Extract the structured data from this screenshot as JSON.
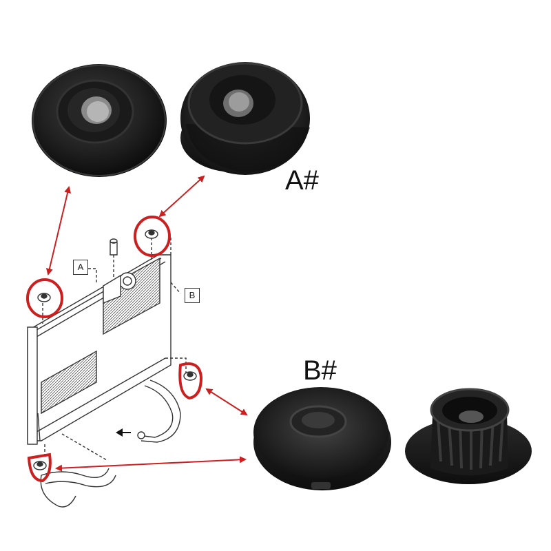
{
  "labels": {
    "part_a": "A#",
    "part_b": "B#",
    "callout_a": "A",
    "callout_b": "B"
  },
  "colors": {
    "rubber": "#1c1c1c",
    "rubber_highlight": "#3a3a3a",
    "callout_red": "#cc1f1f",
    "line_art": "#333333"
  },
  "icons": [
    "radiator-diagram",
    "mount-bushing-a-flat",
    "mount-bushing-a-side",
    "mount-bushing-b-flat",
    "mount-bushing-b-side"
  ]
}
